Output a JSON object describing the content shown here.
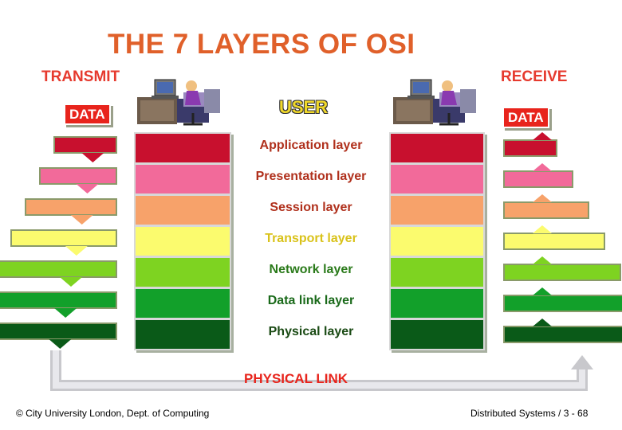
{
  "title": "THE 7 LAYERS OF OSI",
  "transmit_label": "TRANSMIT",
  "receive_label": "RECEIVE",
  "data_label": "DATA",
  "user_label": "USER",
  "physical_link_label": "PHYSICAL LINK",
  "footer_left": "© City University London, Dept. of Computing",
  "footer_right": "Distributed Systems / 3 - 68",
  "layers": [
    {
      "label": "Application layer",
      "color": "#c8102e",
      "text_color": "#b0301c"
    },
    {
      "label": "Presentation layer",
      "color": "#f26a9a",
      "text_color": "#b0301c"
    },
    {
      "label": "Session layer",
      "color": "#f7a26a",
      "text_color": "#b0301c"
    },
    {
      "label": "Transport layer",
      "color": "#fbfb6e",
      "text_color": "#d9c21a"
    },
    {
      "label": "Network layer",
      "color": "#7ed321",
      "text_color": "#2a7a1a"
    },
    {
      "label": "Data link layer",
      "color": "#12a02a",
      "text_color": "#1a6a1a"
    },
    {
      "label": "Physical layer",
      "color": "#0a5a18",
      "text_color": "#1a4a14"
    }
  ],
  "colors": {
    "title": "#e0602a",
    "data_box": "#e8241c",
    "physical_link_arrow": "#c8c8cc"
  },
  "icons": [
    "computer-user-icon",
    "down-arrow-icon",
    "up-arrow-icon",
    "u-turn-arrow-icon"
  ]
}
